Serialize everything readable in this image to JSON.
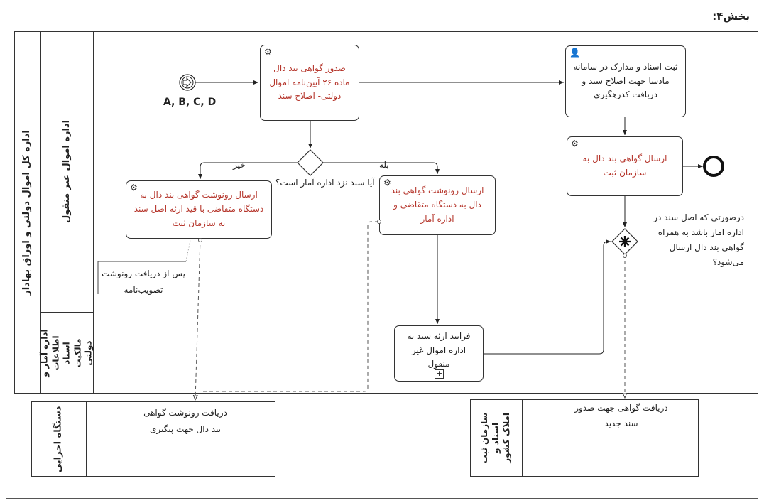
{
  "section_title": "بخش۴:",
  "pools": {
    "main": {
      "title": "اداره کل اموال دولتی و اوراق بهادار",
      "lanes": [
        {
          "title": "اداره اموال غیر منقول"
        },
        {
          "title": "اداره آمار و اطلاعات اسناد مالکیت دولتی"
        }
      ]
    },
    "executive": {
      "title": "دستگاه اجرایی",
      "text": "دریافت رونوشت گواهی بند دال جهت پیگیری"
    },
    "registry": {
      "title": "سازمان ثبت اسناد و املاک کشور",
      "text": "دریافت گواهی جهت صدور سند جدید"
    }
  },
  "start_event": {
    "label": "A, B, C, D"
  },
  "tasks": {
    "issue": "صدور گواهی بند دال ماده ۲۶ آیین‌نامه اموال دولتی- اصلاح سند",
    "register": "ثبت اسناد و مدارک در سامانه مادسا جهت اصلاح سند و دریافت کدرهگیری",
    "send_registry": "ارسال گواهی بند دال به سازمان ثبت",
    "send_applicant": "ارسال رونوشت گواهی بند دال به دستگاه متقاضی با قید ارئه اصل سند به سازمان ثبت",
    "send_stats": "ارسال رونوشت گواهی بند دال به دستگاه متقاضی و اداره آمار",
    "subprocess": "فرایند ارئه سند به اداره اموال غیر منقول"
  },
  "gateway": {
    "question": "آیا سند نزد اداره آمار است؟",
    "yes": "بله",
    "no": "خیر"
  },
  "annotations": {
    "after_receive": "پس از دریافت رونوشت تصویب‌نامه",
    "conditional": "درصورتی که اصل سند در اداره امار باشد به همراه گواهی بند دال ارسال می‌شود؟"
  }
}
